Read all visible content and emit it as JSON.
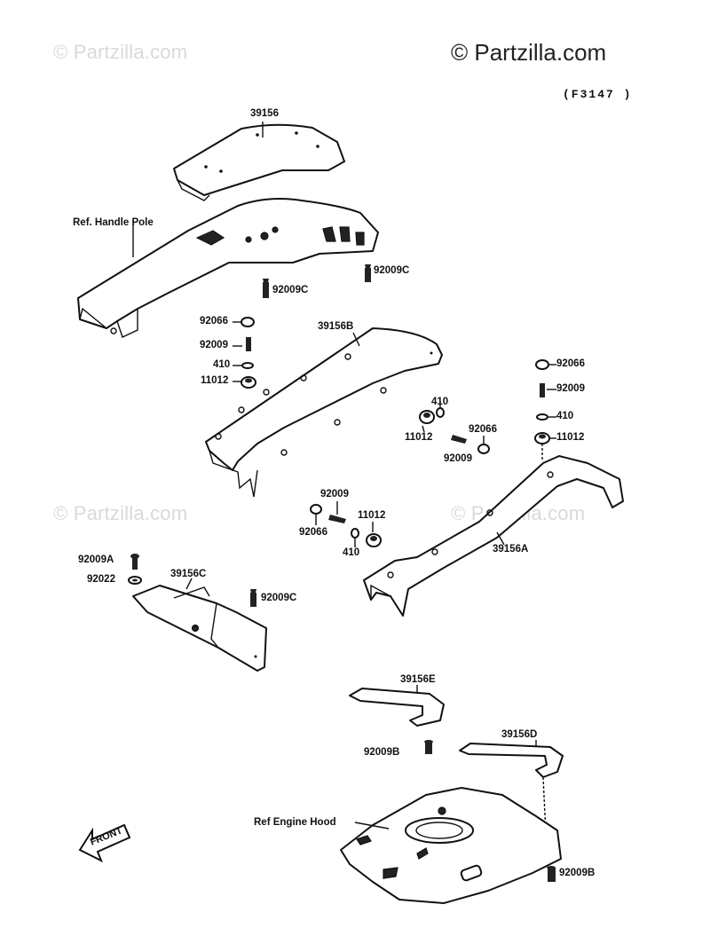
{
  "watermarks": [
    {
      "id": "tl",
      "text": "© Partzilla.com"
    },
    {
      "id": "ml",
      "text": "© Partzilla.com"
    },
    {
      "id": "mr",
      "text": "© Partzilla.com"
    }
  ],
  "copyright": "© Partzilla.com",
  "figure_code": "(F3147 )",
  "callouts": {
    "p39156": "39156",
    "ref_handle_pole": "Ref. Handle Pole",
    "c92009c_a": "92009C",
    "c92009c_b": "92009C",
    "c92066_left": "92066",
    "c92009_left": "92009",
    "c410_left": "410",
    "c11012_left": "11012",
    "p39156b": "39156B",
    "c410_mid": "410",
    "c11012_mid": "11012",
    "c92066_mid": "92066",
    "c92009_mid": "92009",
    "c92066_right": "92066",
    "c92009_right": "92009",
    "c410_right": "410",
    "c11012_right": "11012",
    "c92009_low": "92009",
    "c92066_low": "92066",
    "c11012_low": "11012",
    "c410_low": "410",
    "p39156a": "39156A",
    "c92009a": "92009A",
    "c92022": "92022",
    "p39156c": "39156C",
    "c92009c_c": "92009C",
    "p39156e": "39156E",
    "c92009b_a": "92009B",
    "p39156d": "39156D",
    "ref_engine_hood": "Ref Engine Hood",
    "c92009b_b": "92009B",
    "front": "FRONT"
  }
}
